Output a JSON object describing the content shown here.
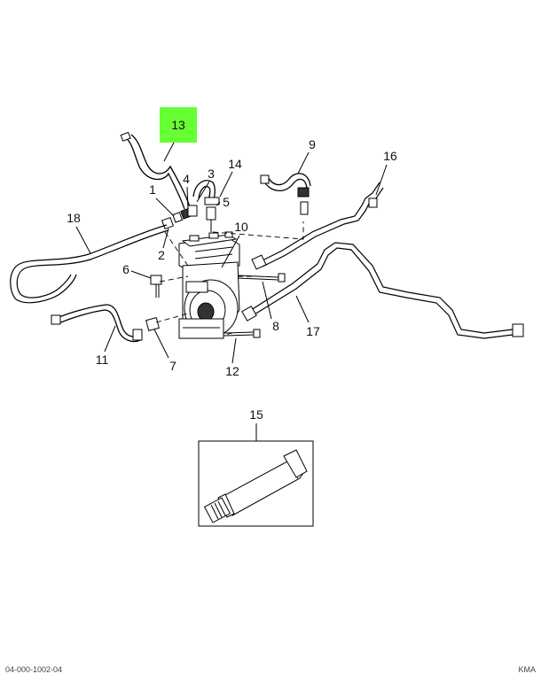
{
  "diagram": {
    "highlight_color": "#66ff33",
    "highlighted_callout": "13",
    "callouts": {
      "c1": "1",
      "c2": "2",
      "c3": "3",
      "c4": "4",
      "c5": "5",
      "c6": "6",
      "c7": "7",
      "c8": "8",
      "c9": "9",
      "c10": "10",
      "c11": "11",
      "c12": "12",
      "c13": "13",
      "c14": "14",
      "c15": "15",
      "c16": "16",
      "c17": "17",
      "c18": "18"
    },
    "footer": {
      "left": "04-000-1002-04",
      "right": "KMA"
    }
  }
}
